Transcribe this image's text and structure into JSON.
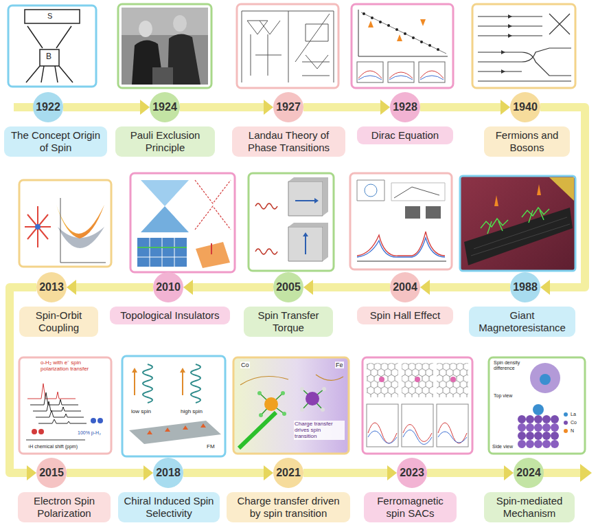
{
  "diagram": {
    "nodes": [
      {
        "text": [
          "1922"
        ]
      },
      {
        "text": [
          "The Concept Origin of Spin"
        ]
      },
      {
        "text": [
          "1924"
        ]
      },
      {
        "text": [
          "Pauli Exclusion Principle"
        ]
      },
      {
        "text": [
          "1927"
        ]
      },
      {
        "text": [
          "Landau Theory of Phase Transitions"
        ]
      },
      {
        "text": [
          "1928"
        ]
      },
      {
        "text": [
          "Dirac Equation"
        ]
      },
      {
        "text": [
          "1940"
        ]
      },
      {
        "text": [
          "Fermions and Bosons"
        ]
      },
      {
        "text": [
          "1988"
        ]
      },
      {
        "text": [
          "Giant Magnetoresistance"
        ]
      },
      {
        "text": [
          "2004"
        ]
      },
      {
        "text": [
          "Spin Hall Effect"
        ]
      },
      {
        "text": [
          "2005"
        ]
      },
      {
        "text": [
          "Spin Transfer Torque"
        ]
      },
      {
        "text": [
          "2010"
        ]
      },
      {
        "text": [
          "Topological Insulators"
        ]
      },
      {
        "text": [
          "2013"
        ]
      },
      {
        "text": [
          "Spin-Orbit Coupling"
        ]
      },
      {
        "text": [
          "2015"
        ]
      },
      {
        "text": [
          "Electron Spin Polarization"
        ]
      },
      {
        "text": [
          "2018"
        ]
      },
      {
        "text": [
          "Chiral Induced Spin Selectivity"
        ]
      },
      {
        "text": [
          "2021"
        ]
      },
      {
        "text": [
          "Charge transfer driven by spin transition"
        ]
      },
      {
        "text": [
          "2023"
        ]
      },
      {
        "text": [
          "Ferromagnetic spin SACs"
        ]
      },
      {
        "text": [
          "2024"
        ]
      },
      {
        "text": [
          "Spin-mediated Mechanism"
        ]
      }
    ],
    "edges": [
      {
        "from": 0,
        "to": 2,
        "arrow": "to"
      },
      {
        "from": 2,
        "to": 4,
        "arrow": "to"
      },
      {
        "from": 4,
        "to": 6,
        "arrow": "to"
      },
      {
        "from": 6,
        "to": 8,
        "arrow": "to"
      },
      {
        "from": 8,
        "to": 10,
        "arrow": "to"
      },
      {
        "from": 10,
        "to": 12,
        "arrow": "to"
      },
      {
        "from": 12,
        "to": 14,
        "arrow": "to"
      },
      {
        "from": 14,
        "to": 16,
        "arrow": "to"
      },
      {
        "from": 16,
        "to": 18,
        "arrow": "to"
      },
      {
        "from": 18,
        "to": 20,
        "arrow": "to"
      },
      {
        "from": 20,
        "to": 22,
        "arrow": "to"
      },
      {
        "from": 22,
        "to": 24,
        "arrow": "to"
      },
      {
        "from": 24,
        "to": 26,
        "arrow": "to"
      },
      {
        "from": 26,
        "to": 28,
        "arrow": "to"
      }
    ],
    "labels": [
      "S",
      "B",
      "o-H₂ with e⁻ spin polarization transfer",
      "100% p-H₂",
      "¹H chemical shift (ppm)",
      "low spin",
      "high spin",
      "FM",
      "Co",
      "Fe",
      "Charge transfer drives spin transition",
      "Spin density difference",
      "Top view",
      "Side view",
      "La",
      "Co",
      "N"
    ]
  }
}
